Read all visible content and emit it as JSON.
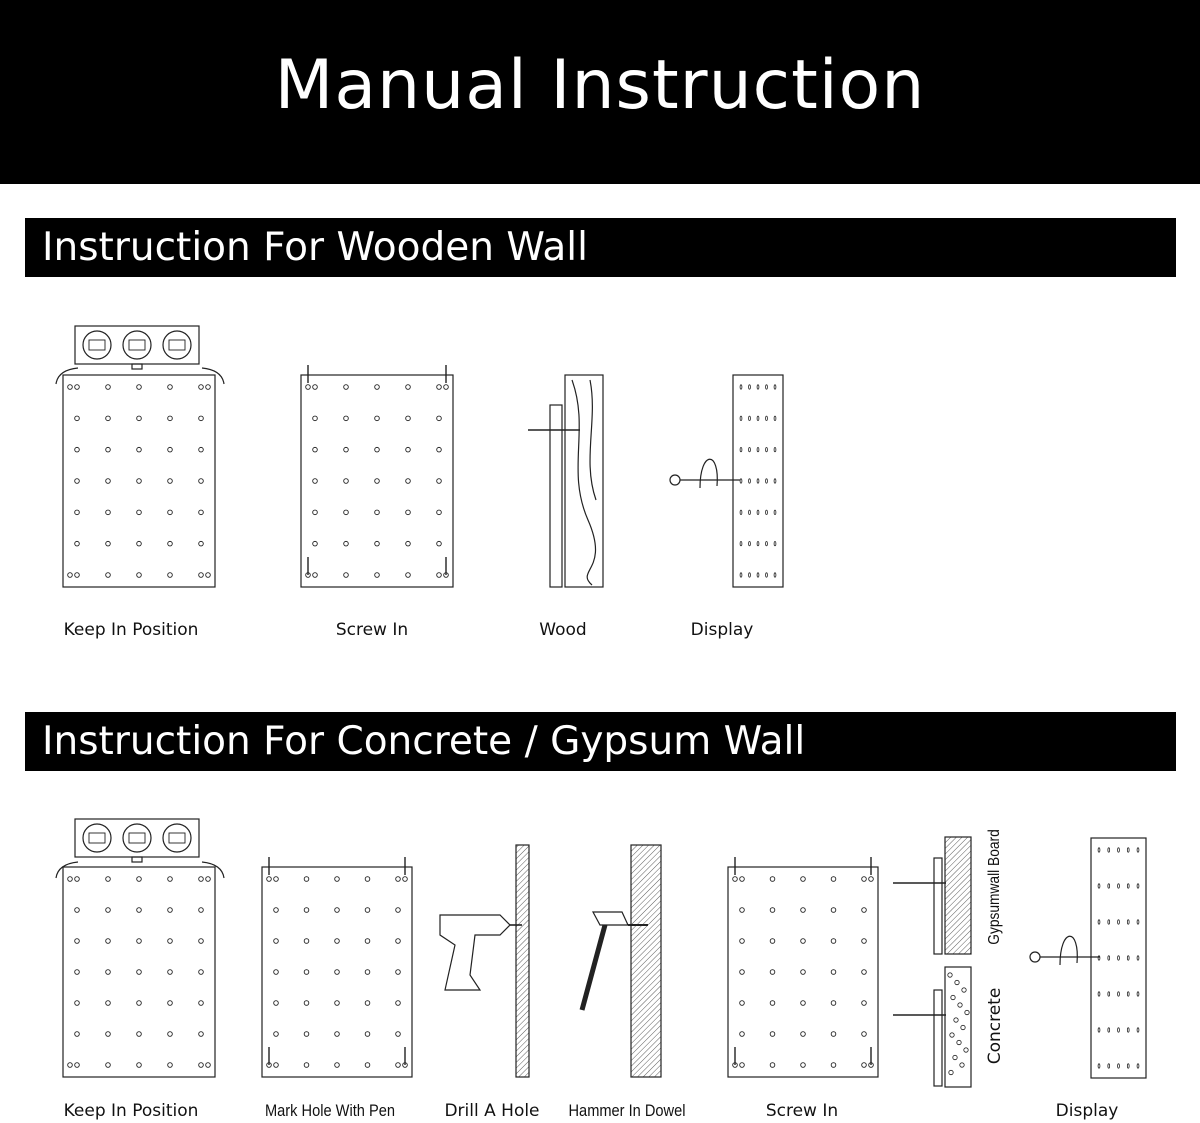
{
  "page": {
    "title": "Manual Instruction"
  },
  "sections": [
    {
      "heading": "Instruction For Wooden Wall",
      "steps": [
        "Keep In Position",
        "Screw In",
        "Wood",
        "Display"
      ]
    },
    {
      "heading": "Instruction For Concrete / Gypsum Wall",
      "steps": [
        "Keep In Position",
        "Mark Hole With Pen",
        "Drill A Hole",
        "Hammer In Dowel",
        "Screw In",
        "Display"
      ],
      "wall_labels": [
        "Gypsumwall Board",
        "Concrete"
      ]
    }
  ]
}
